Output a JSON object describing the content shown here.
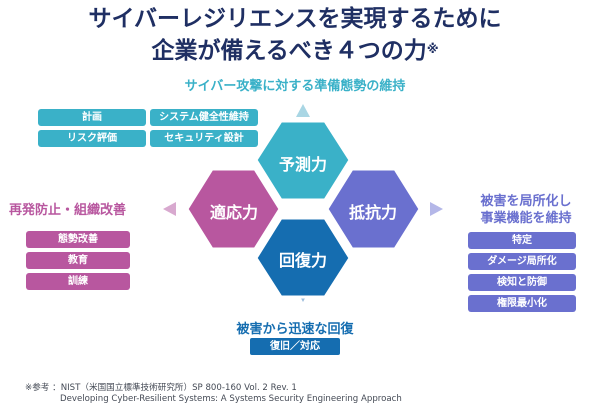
{
  "title": {
    "line1": "サイバーレジリエンスを実現するために",
    "line2": "企業が備えるべき４つの力",
    "line2_mark": "※"
  },
  "top": {
    "heading": "サイバー攻撃に対する準備態勢の維持",
    "items": [
      "計画",
      "システム健全性維持",
      "リスク評価",
      "セキュリティ設計"
    ]
  },
  "left": {
    "heading": "再発防止・組織改善",
    "items": [
      "態勢改善",
      "教育",
      "訓練"
    ]
  },
  "right": {
    "heading_line1": "被害を局所化し",
    "heading_line2": "事業機能を維持",
    "items": [
      "特定",
      "ダメージ局所化",
      "検知と防御",
      "権限最小化"
    ]
  },
  "bottom": {
    "heading": "被害から迅速な回復",
    "items": [
      "復旧／対応"
    ]
  },
  "hexagons": {
    "top": "予測力",
    "left": "適応力",
    "right": "抵抗力",
    "bottom": "回復力"
  },
  "colors": {
    "title": "#1f2f63",
    "predict": "#3ab1c8",
    "adapt": "#b8579f",
    "resist": "#6a70cf",
    "recover": "#156db0"
  },
  "footnote": {
    "line1": "※参考 ：NIST（米国国立標準技術研究所）SP 800-160 Vol. 2 Rev. 1",
    "line2": "Developing Cyber-Resilient Systems: A Systems Security Engineering Approach"
  }
}
